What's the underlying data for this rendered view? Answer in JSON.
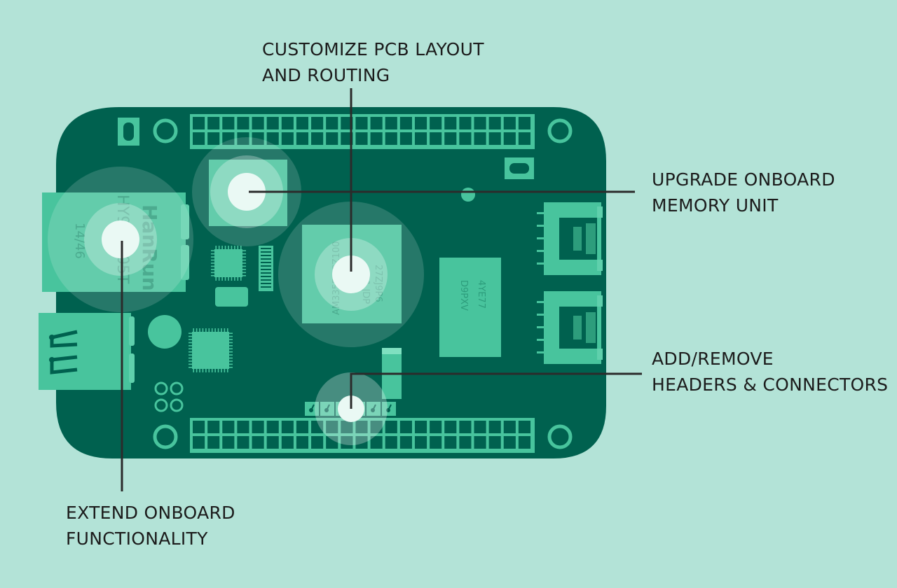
{
  "colors": {
    "background": "#b3e3d7",
    "board": "#00614f",
    "component": "#48c49d",
    "component_light": "#5fd0ac",
    "highlight": "#ffffff",
    "callout_line": "#2b2b2b"
  },
  "callouts": [
    {
      "lines": [
        "CUSTOMIZE PCB LAYOUT",
        "AND ROUTING"
      ]
    },
    {
      "lines": [
        "UPGRADE ONBOARD",
        "MEMORY UNIT"
      ]
    },
    {
      "lines": [
        "ADD/REMOVE",
        "HEADERS & CONNECTORS"
      ]
    },
    {
      "lines": [
        "EXTEND ONBOARD",
        "FUNCTIONALITY"
      ]
    }
  ],
  "chip_text": {
    "ethernet_brand": "HanRun",
    "ethernet_model": "HY911105T",
    "ethernet_code": "14/46",
    "processor_line1": "AM335BZCZ100",
    "processor_line2": "27ZJ9P6",
    "processor_line3": "G1 JDP",
    "memory_line1": "4YE77",
    "memory_line2": "D9PXV"
  },
  "icons": [
    "usb-icon",
    "ethernet-jack-icon",
    "mounting-hole-icon"
  ]
}
